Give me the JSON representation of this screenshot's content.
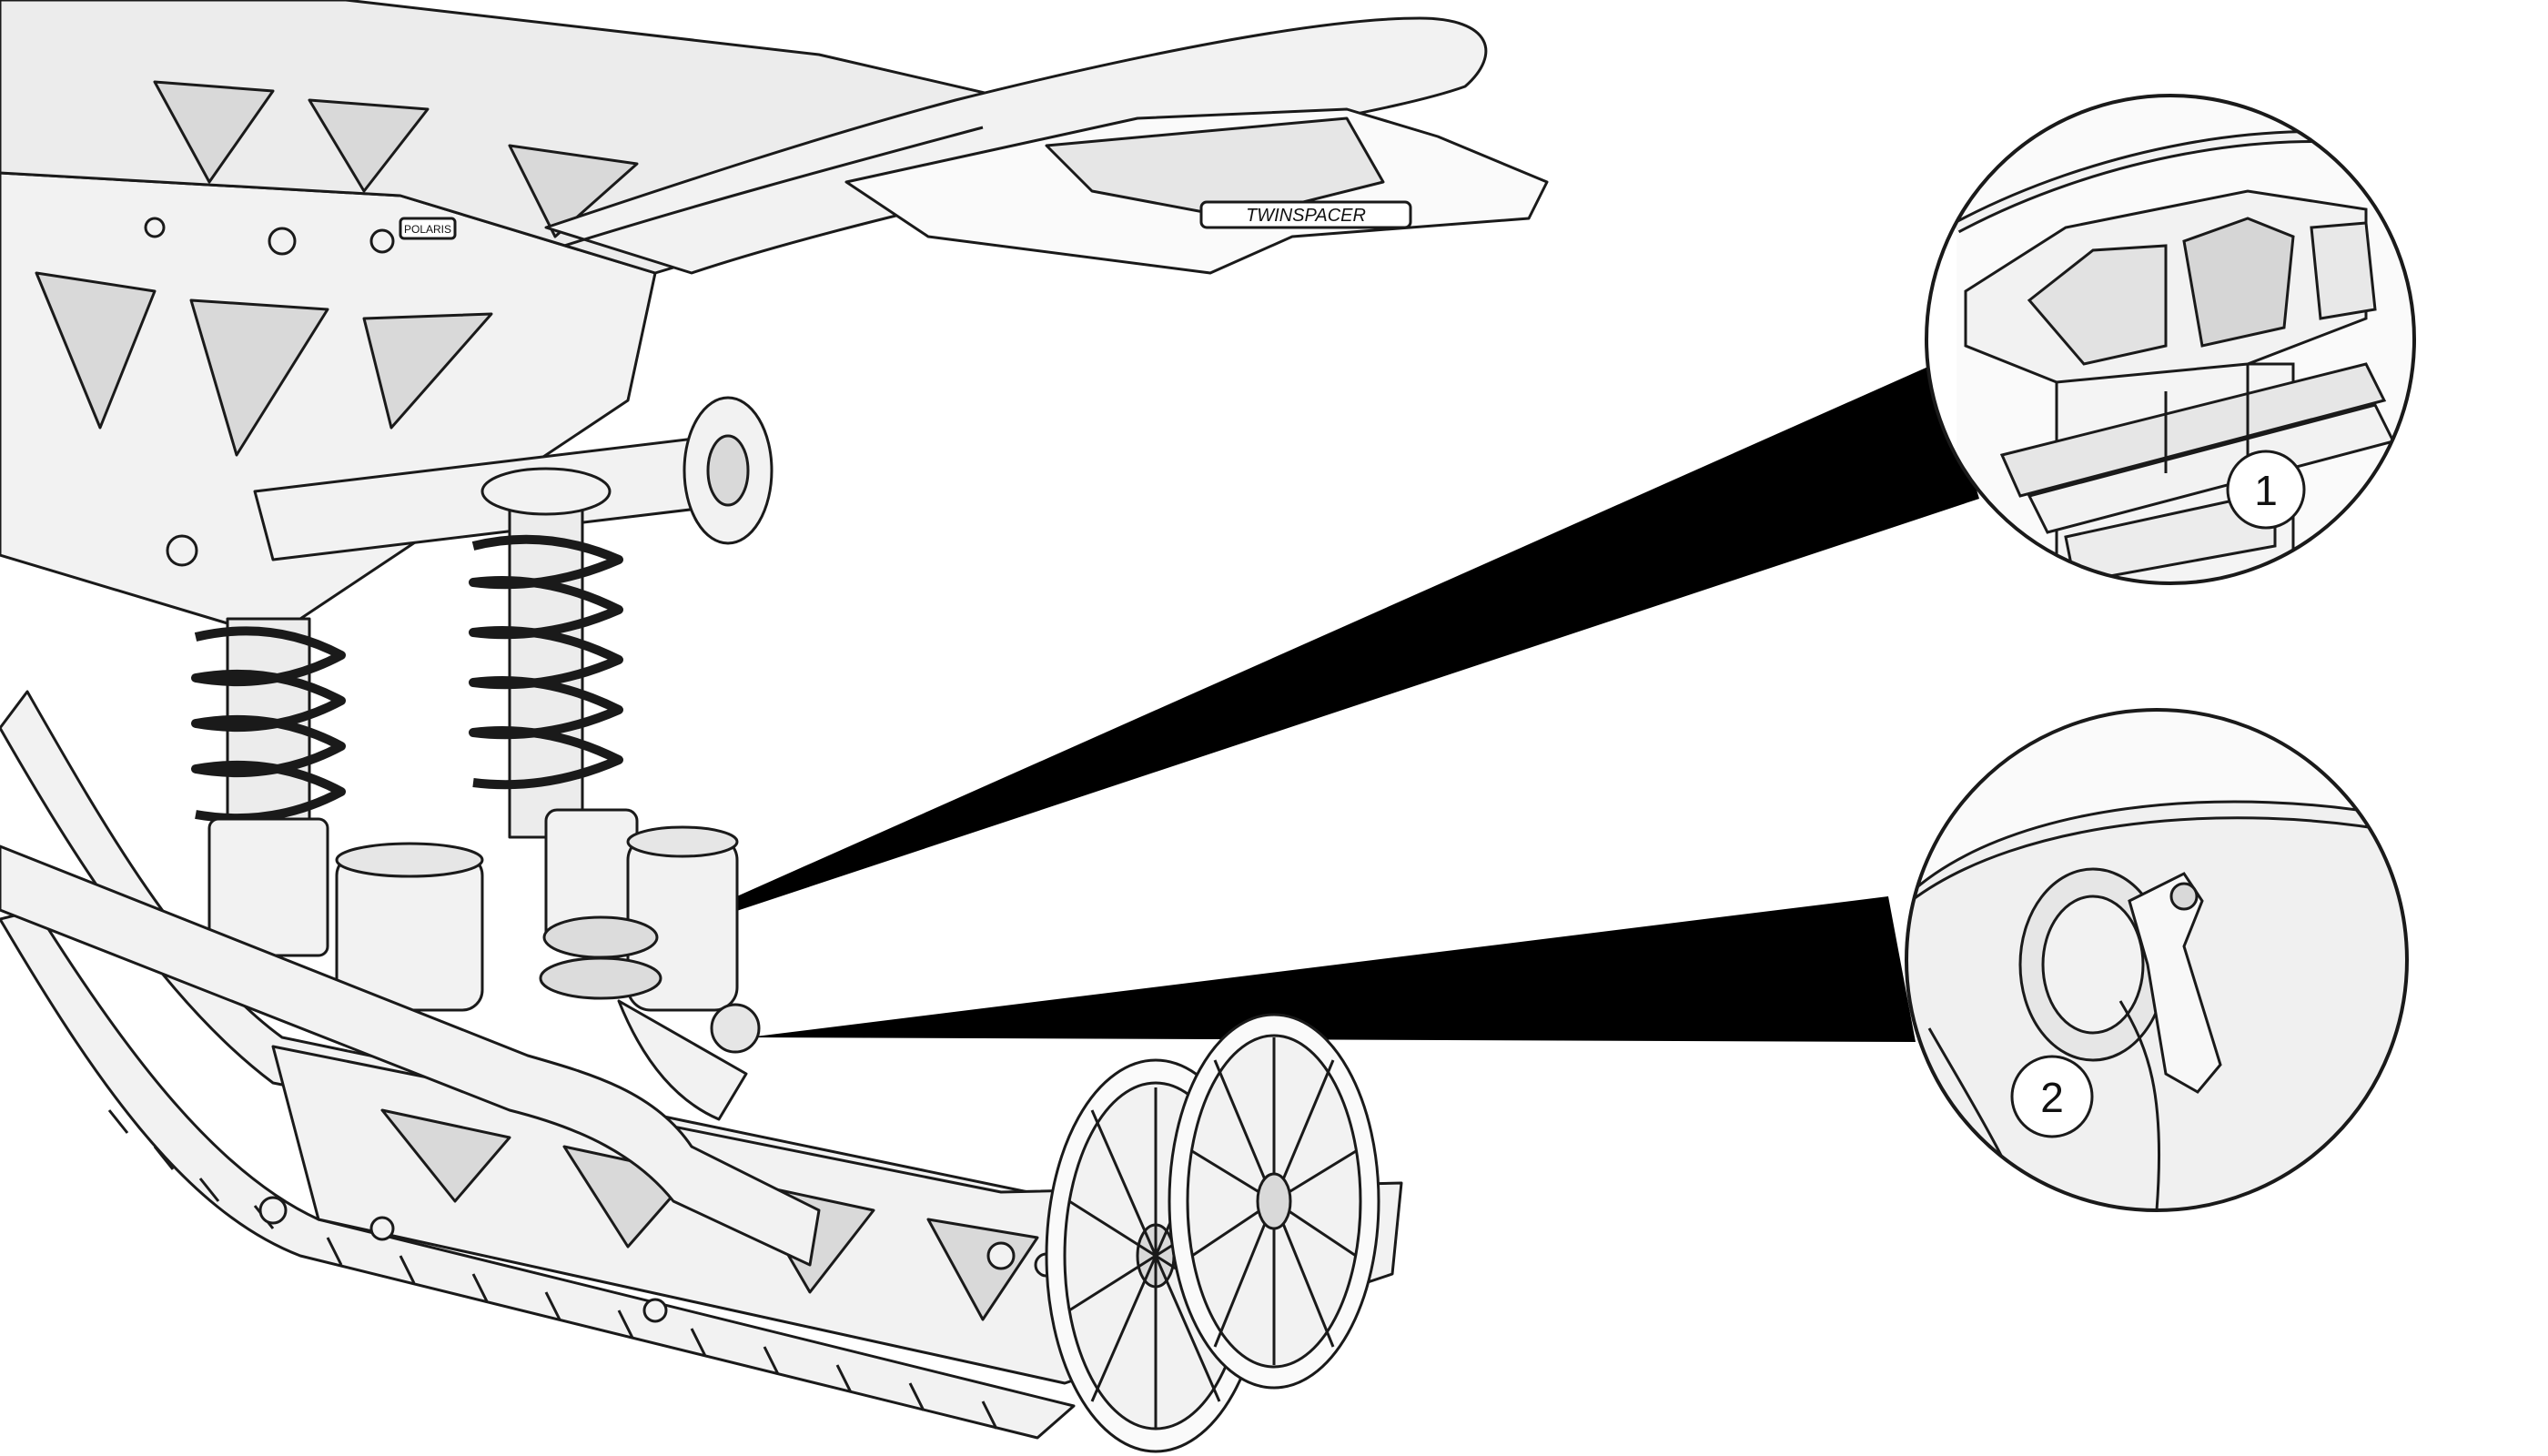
{
  "callouts": [
    {
      "number": "1",
      "subject": "shock-preload-adjuster-ring"
    },
    {
      "number": "2",
      "subject": "shock-compression-adjuster-knob"
    }
  ],
  "decals": {
    "seat_logo": "TWINSPACER",
    "tunnel_logo": "POLARIS"
  },
  "colors": {
    "line": "#1a1a1a",
    "part_fill": "#f2f2f2",
    "shade": "#d9d9d9",
    "leader": "#000000",
    "background": "#ffffff"
  }
}
